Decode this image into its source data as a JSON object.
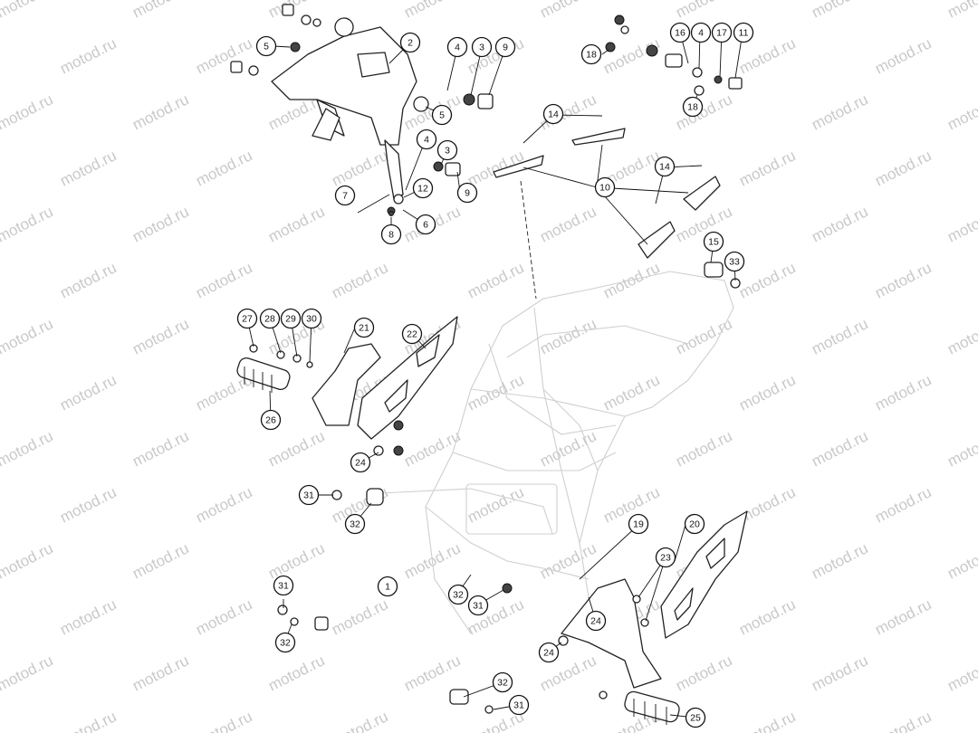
{
  "watermark": {
    "text": "motod.ru"
  },
  "callouts": [
    {
      "label": "5"
    },
    {
      "label": "2"
    },
    {
      "label": "4"
    },
    {
      "label": "3"
    },
    {
      "label": "9"
    },
    {
      "label": "18"
    },
    {
      "label": "16"
    },
    {
      "label": "4"
    },
    {
      "label": "17"
    },
    {
      "label": "11"
    },
    {
      "label": "18"
    },
    {
      "label": "5"
    },
    {
      "label": "14"
    },
    {
      "label": "4"
    },
    {
      "label": "3"
    },
    {
      "label": "12"
    },
    {
      "label": "9"
    },
    {
      "label": "7"
    },
    {
      "label": "6"
    },
    {
      "label": "8"
    },
    {
      "label": "10"
    },
    {
      "label": "14"
    },
    {
      "label": "15"
    },
    {
      "label": "33"
    },
    {
      "label": "27"
    },
    {
      "label": "28"
    },
    {
      "label": "29"
    },
    {
      "label": "30"
    },
    {
      "label": "21"
    },
    {
      "label": "22"
    },
    {
      "label": "26"
    },
    {
      "label": "24"
    },
    {
      "label": "31"
    },
    {
      "label": "32"
    },
    {
      "label": "19"
    },
    {
      "label": "20"
    },
    {
      "label": "23"
    },
    {
      "label": "1"
    },
    {
      "label": "32"
    },
    {
      "label": "31"
    },
    {
      "label": "31"
    },
    {
      "label": "24"
    },
    {
      "label": "32"
    },
    {
      "label": "24"
    },
    {
      "label": "32"
    },
    {
      "label": "31"
    },
    {
      "label": "25"
    }
  ]
}
